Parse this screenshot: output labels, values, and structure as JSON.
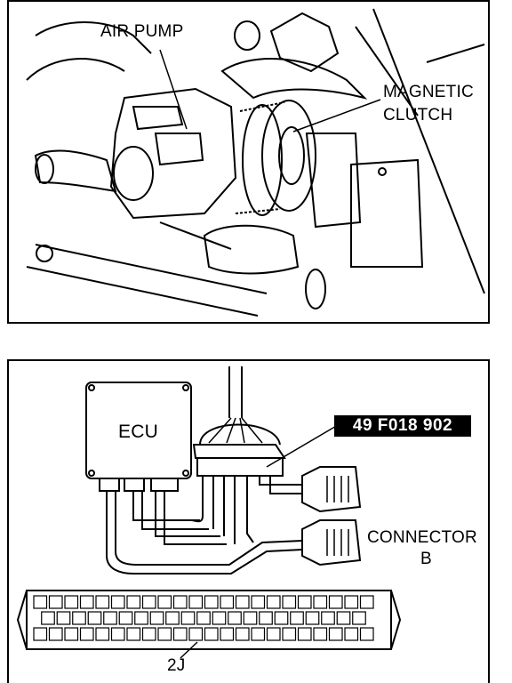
{
  "top_diagram": {
    "labels": {
      "air_pump": "AIR PUMP",
      "magnetic_clutch_line1": "MAGNETIC",
      "magnetic_clutch_line2": "CLUTCH"
    }
  },
  "bottom_diagram": {
    "labels": {
      "ecu": "ECU",
      "part_number": "49 F018 902",
      "connector_line1": "CONNECTOR",
      "connector_line2": "B",
      "terminal_ref": "2J"
    },
    "colors": {
      "part_number_bg": "#000000",
      "part_number_text": "#ffffff"
    }
  }
}
